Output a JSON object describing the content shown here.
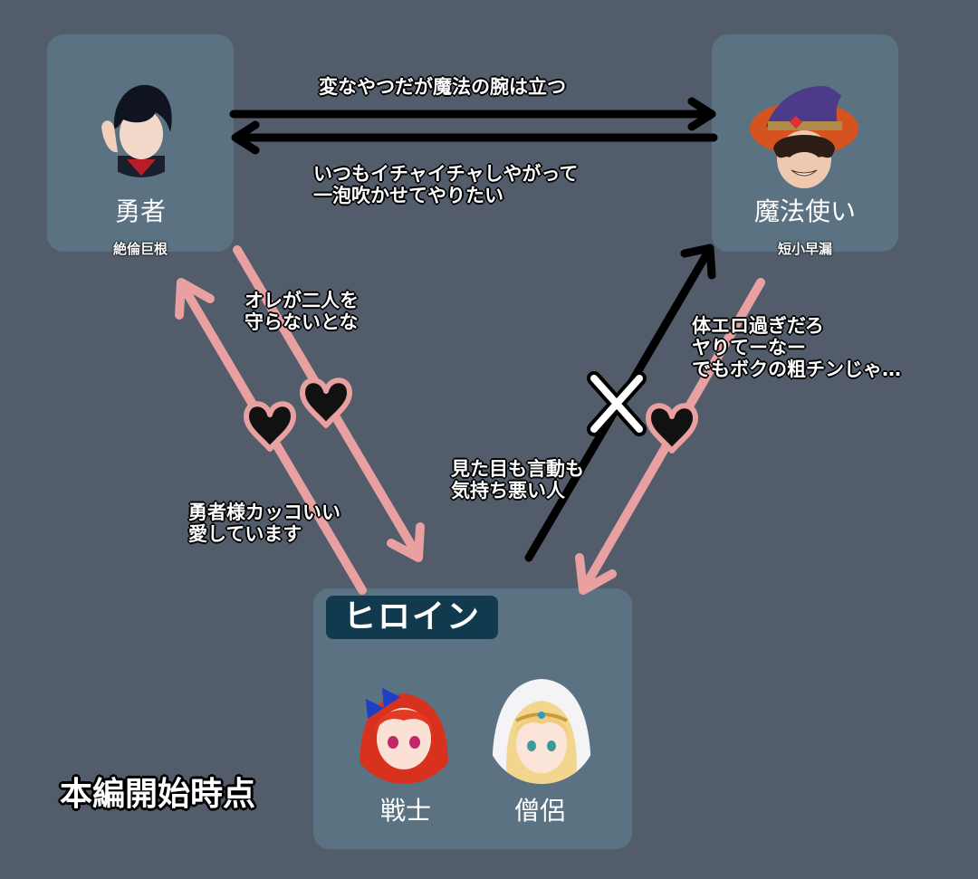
{
  "characters": {
    "hero": {
      "name": "勇者",
      "trait": "絶倫巨根"
    },
    "mage": {
      "name": "魔法使い",
      "trait": "短小早漏"
    },
    "warrior": {
      "name": "戦士"
    },
    "priest": {
      "name": "僧侶"
    }
  },
  "heroine_label": "ヒロイン",
  "stage_label": "本編開始時点",
  "notes": {
    "hero_to_mage": "変なやつだが魔法の腕は立つ",
    "mage_to_hero": "いつもイチャイチャしやがって\n一泡吹かせてやりたい",
    "hero_to_heroine": "オレが二人を\n守らないとな",
    "heroine_to_hero": "勇者様カッコいい\n愛しています",
    "mage_to_heroine": "体エロ過ぎだろ\nヤりてーなー\nでもボクの粗チンじゃ…",
    "heroine_to_mage": "見た目も言動も\n気持ち悪い人"
  },
  "colors": {
    "background": "#525c6a",
    "card": "#5a7282",
    "pink_arrow": "#e8a0a0",
    "black_arrow": "#000000",
    "badge": "#123a4e"
  }
}
